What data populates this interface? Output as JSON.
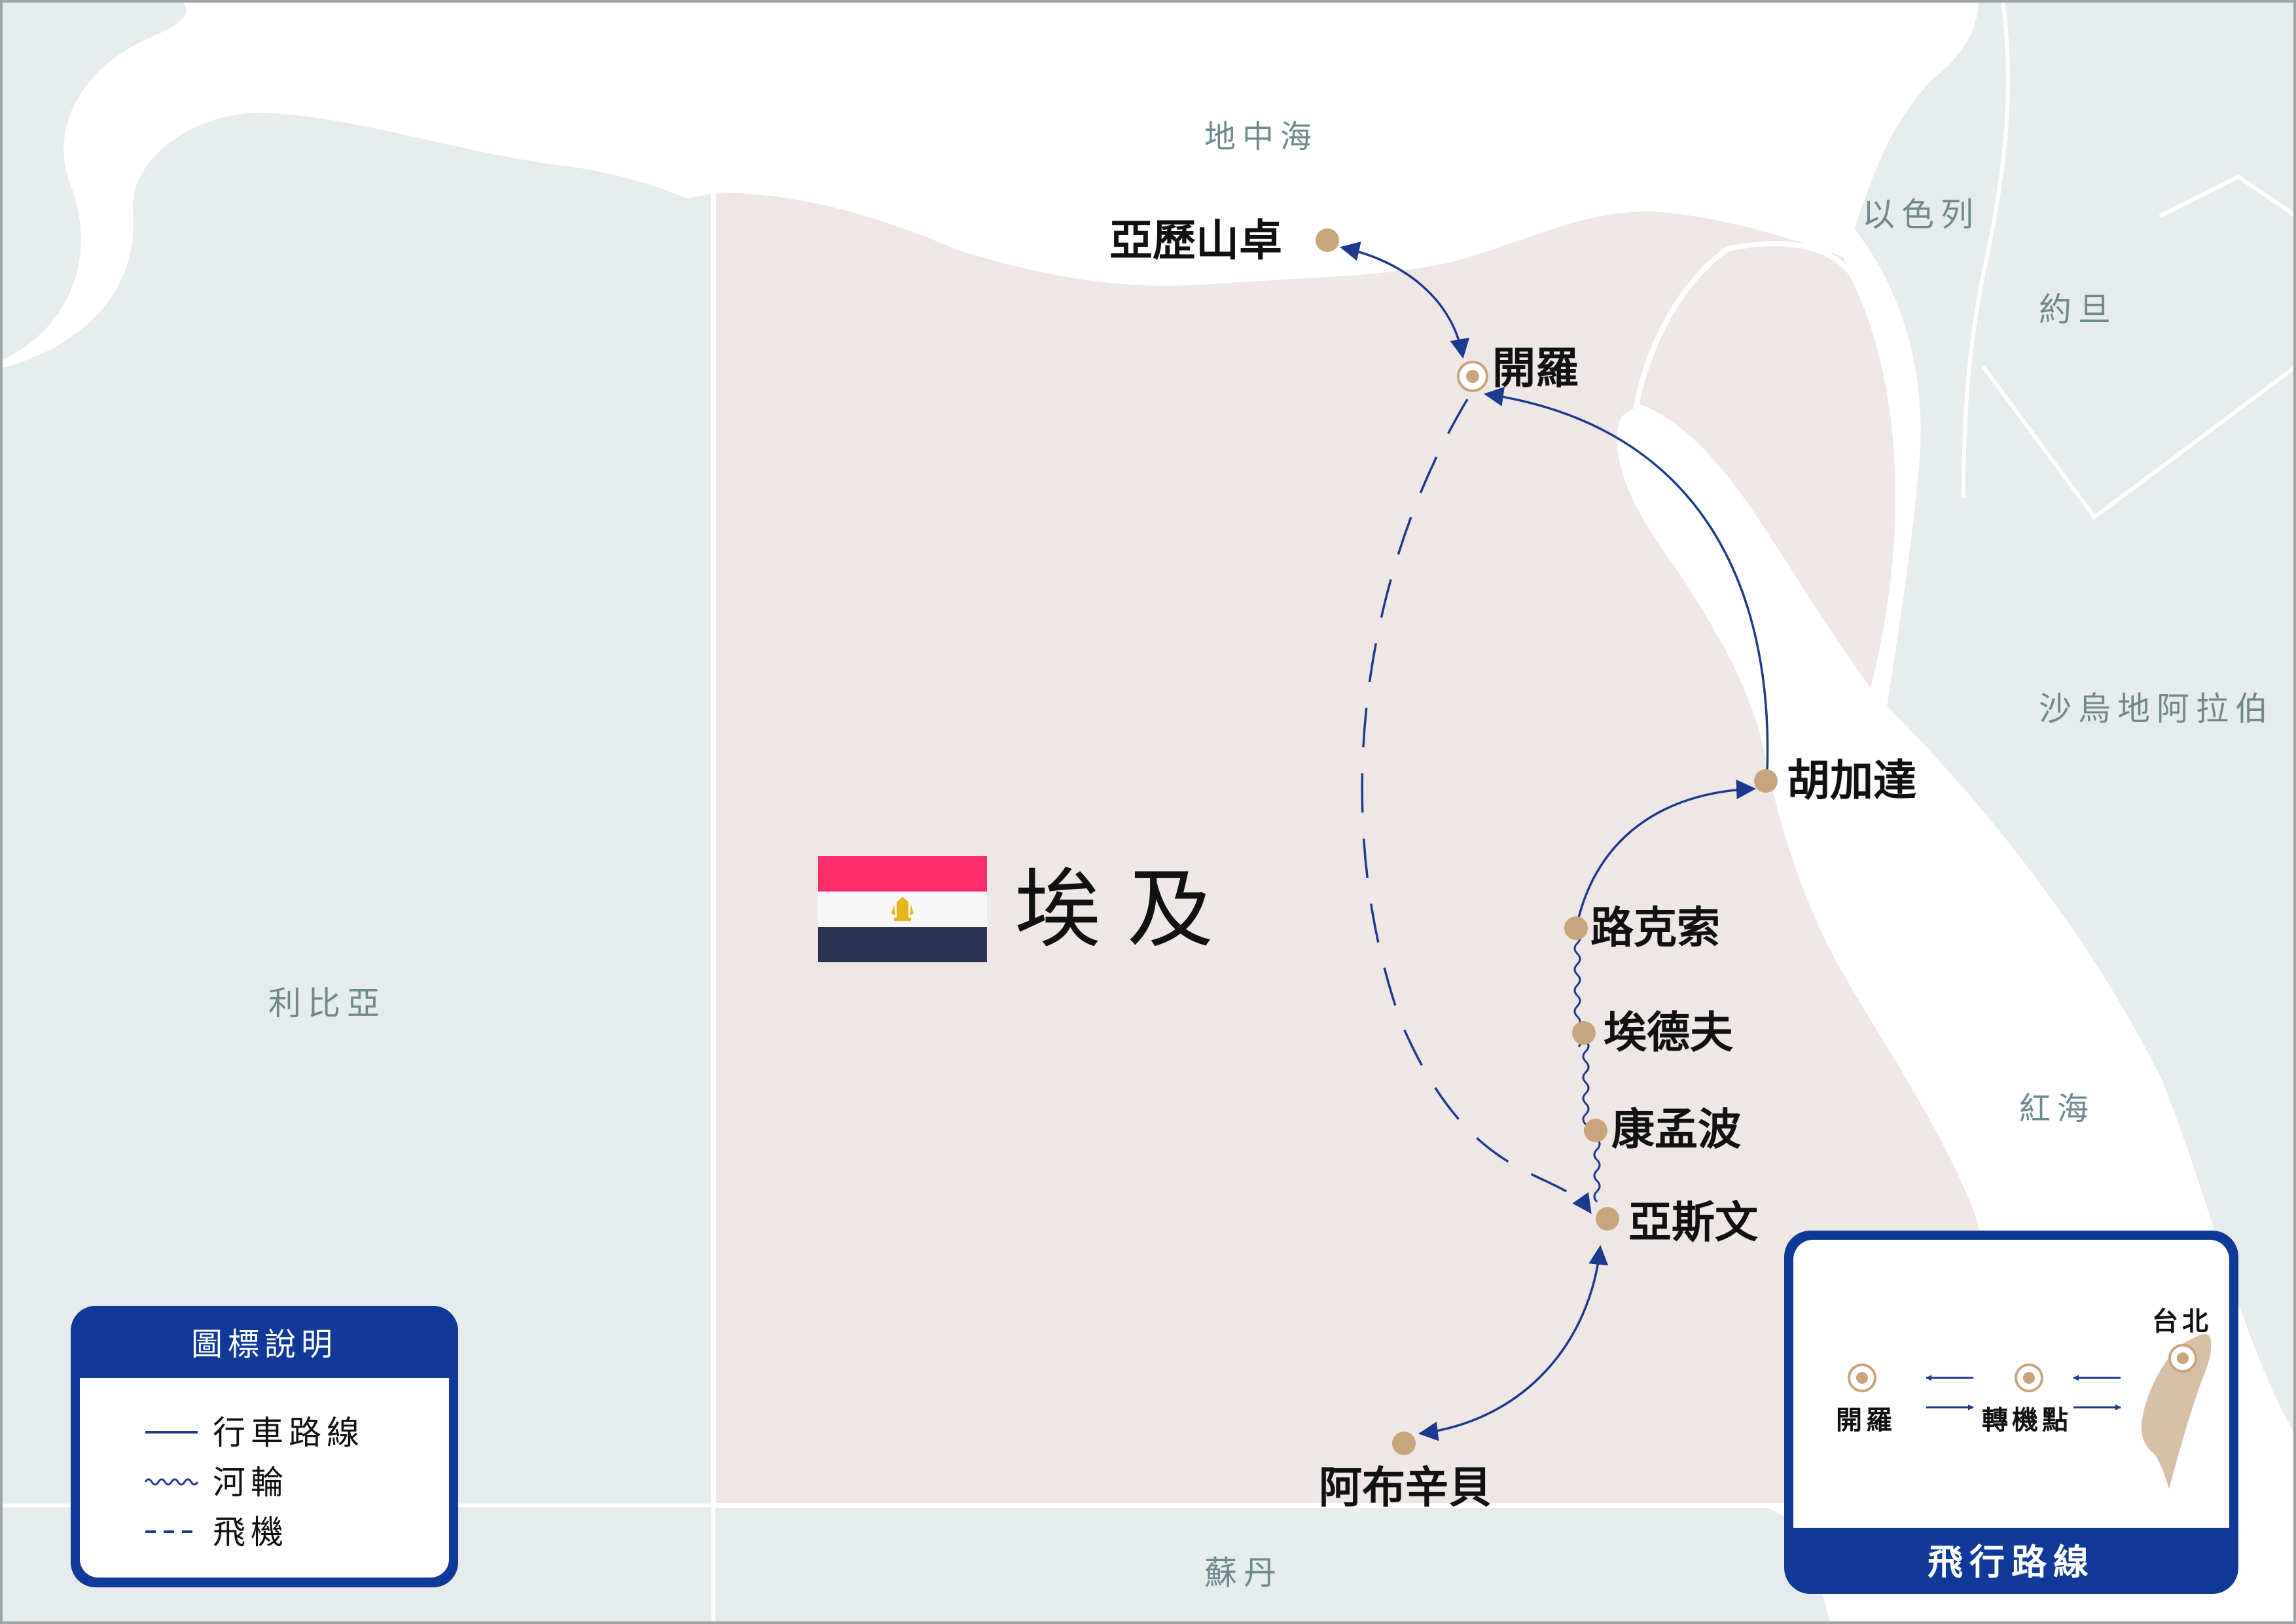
{
  "map": {
    "seas": {
      "mediterranean": "地中海",
      "red_sea": "紅海"
    },
    "countries": {
      "israel": "以色列",
      "jordan": "約旦",
      "saudi_arabia": "沙烏地阿拉伯",
      "libya": "利比亞",
      "sudan": "蘇丹"
    },
    "egypt_name": "埃及",
    "cities": {
      "alexandria": "亞歷山卓",
      "cairo": "開羅",
      "hurghada": "胡加達",
      "luxor": "路克索",
      "edfu": "埃德夫",
      "kom_ombo": "康孟波",
      "aswan": "亞斯文",
      "abu_simbel": "阿布辛貝"
    }
  },
  "legend": {
    "title": "圖標說明",
    "items": {
      "drive": "行車路線",
      "river_cruise": "河輪",
      "flight": "飛機"
    }
  },
  "inset": {
    "taipei": "台北",
    "cairo": "開羅",
    "transfer": "轉機點",
    "title": "飛行路線"
  },
  "colors": {
    "route_blue": "#1d3a8f",
    "city_dot": "#c9a57c",
    "egypt_land": "#efe7e6",
    "neighbor_land": "#e6ebeb",
    "sea": "#ffffff",
    "legend_header": "#0f3a99",
    "flag_red": "#ff2d6b",
    "flag_white": "#f6f6f6",
    "flag_black": "#2b3452",
    "flag_emblem": "#e7b61a"
  }
}
